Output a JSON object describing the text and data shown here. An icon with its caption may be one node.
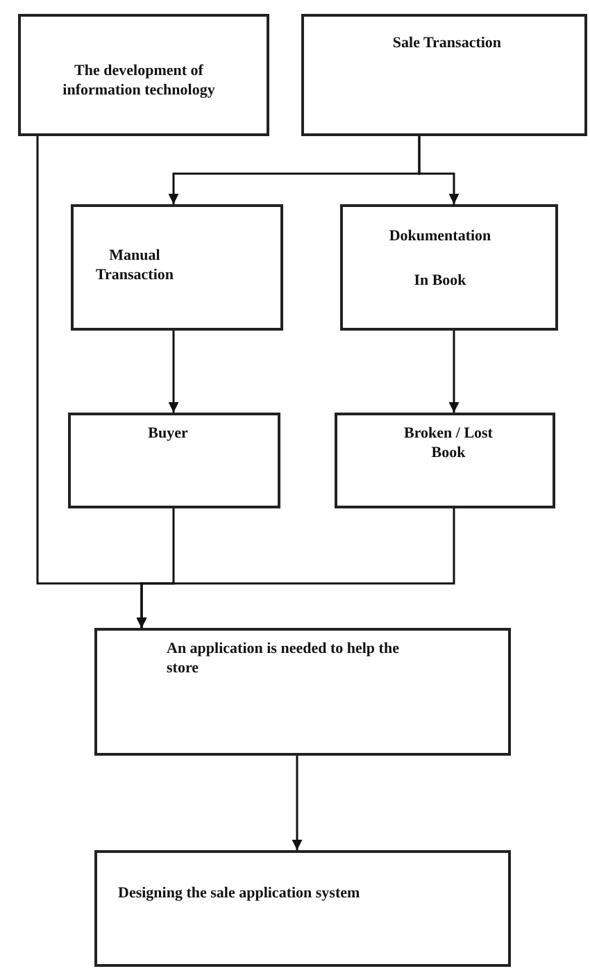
{
  "diagram": {
    "nodes": [
      {
        "text": [
          "The development of information technology"
        ]
      },
      {
        "text": [
          "Sale Transaction"
        ]
      },
      {
        "text": [
          "Manual Transaction"
        ]
      },
      {
        "text": [
          "Dokumentation In Book"
        ]
      },
      {
        "text": [
          "Buyer"
        ]
      },
      {
        "text": [
          "Broken / Lost Book"
        ]
      },
      {
        "text": [
          "An application is needed to help the store"
        ]
      },
      {
        "text": [
          "Designing the sale application system"
        ]
      }
    ],
    "edges": [
      {
        "from": 1,
        "to": 2,
        "arrow": "to"
      },
      {
        "from": 1,
        "to": 3,
        "arrow": "to"
      },
      {
        "from": 2,
        "to": 4,
        "arrow": "to"
      },
      {
        "from": 3,
        "to": 5,
        "arrow": "to"
      },
      {
        "from": 0,
        "to": 6,
        "arrow": "to"
      },
      {
        "from": 4,
        "to": 6,
        "arrow": "to"
      },
      {
        "from": 5,
        "to": 6,
        "arrow": "to"
      },
      {
        "from": 6,
        "to": 7,
        "arrow": "to"
      }
    ]
  }
}
